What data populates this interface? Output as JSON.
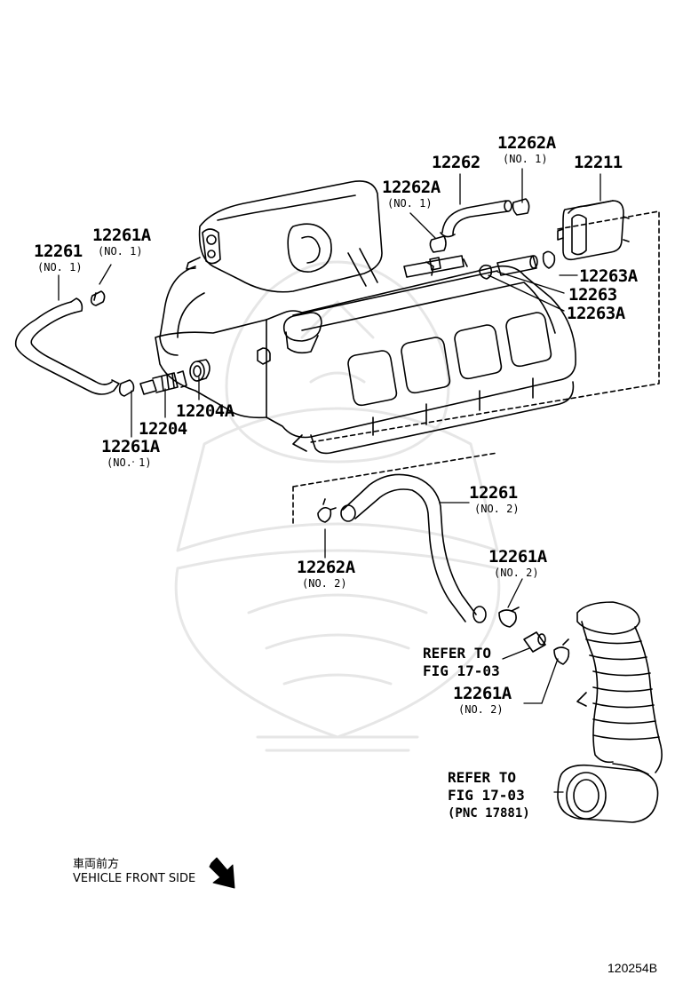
{
  "diagram": {
    "labels": {
      "p12262a_top": {
        "part": "12262A",
        "note": "(NO. 1)"
      },
      "p12262": {
        "part": "12262"
      },
      "p12211": {
        "part": "12211"
      },
      "p12262a_mid": {
        "part": "12262A",
        "note": "(NO. 1)"
      },
      "p12261_left": {
        "part": "12261",
        "note": "(NO. 1)"
      },
      "p12261a_top": {
        "part": "12261A",
        "note": "(NO. 1)"
      },
      "p12263a_a": {
        "part": "12263A"
      },
      "p12263": {
        "part": "12263"
      },
      "p12263a_b": {
        "part": "12263A"
      },
      "p12204a": {
        "part": "12204A"
      },
      "p12204": {
        "part": "12204"
      },
      "p12261a_bottom": {
        "part": "12261A",
        "note": "(NO. 1)"
      },
      "p12261_no2": {
        "part": "12261",
        "note": "(NO. 2)"
      },
      "p12262a_no2": {
        "part": "12262A",
        "note": "(NO. 2)"
      },
      "p12261a_no2_top": {
        "part": "12261A",
        "note": "(NO. 2)"
      },
      "p12261a_no2_bottom": {
        "part": "12261A",
        "note": "(NO. 2)"
      }
    },
    "refs": {
      "refer1": {
        "line1": "REFER TO",
        "line2": "FIG 17-03"
      },
      "refer2": {
        "line1": "REFER TO",
        "line2": "FIG 17-03",
        "line3": "(PNC 17881)"
      }
    },
    "legend": {
      "jp": "車両前方",
      "en": "VEHICLE FRONT SIDE"
    },
    "figure_code": "120254B"
  }
}
